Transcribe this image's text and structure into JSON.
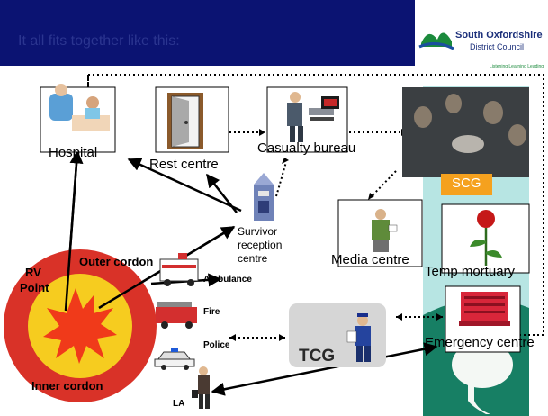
{
  "slide": {
    "title": "It all fits together like this:"
  },
  "logo": {
    "line1": "South Oxfordshire",
    "line2": "District Council",
    "tagline": "Listening Learning Leading"
  },
  "nodes": {
    "hospital": "Hospital",
    "rest_centre": "Rest centre",
    "casualty_bureau": "Casualty bureau",
    "scg": "SCG",
    "survivor_reception_centre": [
      "Survivor",
      "reception",
      "centre"
    ],
    "media_centre": "Media centre",
    "temp_mortuary": "Temp mortuary",
    "emergency_centre": "Emergency centre",
    "tcg": "TCG",
    "rv_point": [
      "RV",
      "Point"
    ],
    "outer_cordon": "Outer cordon",
    "inner_cordon": "Inner cordon",
    "ambulance": "Ambulance",
    "fire": "Fire",
    "police": "Police",
    "la": "LA"
  },
  "colors": {
    "title_bar": "#0b1372",
    "outer_cordon": "#d93228",
    "inner_cordon": "#f6cc1f",
    "blast": "#f03a1a",
    "right_panel": "#b7e5e3",
    "scg_badge": "#f5a11e",
    "tcg_box": "#d6d6d6"
  }
}
